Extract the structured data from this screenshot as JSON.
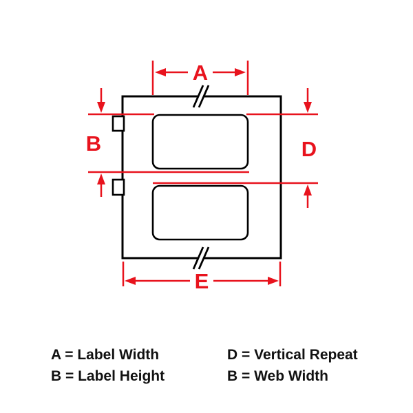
{
  "diagram": {
    "title": "label-dimension-spec-diagram",
    "dimension_labels": {
      "a": "A",
      "b": "B",
      "d": "D",
      "e": "E"
    },
    "colors": {
      "dimension_red": "#e8131d",
      "outline": "#000000",
      "background": "#ffffff"
    }
  },
  "legend": {
    "left": [
      {
        "text": "A = Label Width"
      },
      {
        "text": "B = Label Height"
      }
    ],
    "right": [
      {
        "text": "D = Vertical Repeat"
      },
      {
        "text": "B = Web Width"
      }
    ]
  }
}
